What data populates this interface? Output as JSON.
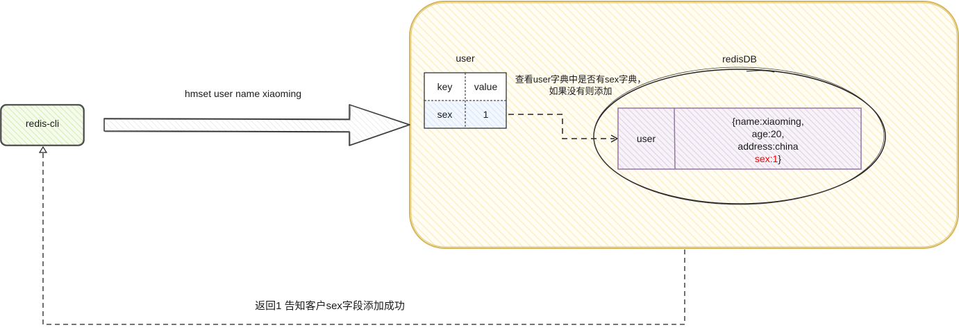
{
  "diagram": {
    "client": {
      "label": "redis-cli",
      "fill": "#d9f0b8",
      "stroke": "#333333"
    },
    "command_arrow": {
      "label": "hmset user name xiaoming"
    },
    "server": {
      "fill": "#fff7dc",
      "stroke": "#d6b656"
    },
    "user_table": {
      "title": "user",
      "headers": [
        "key",
        "value"
      ],
      "rows": [
        {
          "key": "sex",
          "value": "1"
        }
      ],
      "row_fill": "#dae8fc"
    },
    "check_note": {
      "line1": "查看user字典中是否有sex字典，",
      "line2": "如果没有则添加"
    },
    "redis_db": {
      "title": "redisDB",
      "entry_key": "user",
      "entry_value_lines": [
        "{name:xiaoming,",
        "age:20,",
        "address:china"
      ],
      "entry_added": "sex:1",
      "entry_close": "}",
      "entry_fill": "#e1d5e7",
      "entry_stroke": "#9673a6",
      "added_color": "#ff0000"
    },
    "return_arrow": {
      "label": "返回1 告知客户sex字段添加成功"
    }
  }
}
